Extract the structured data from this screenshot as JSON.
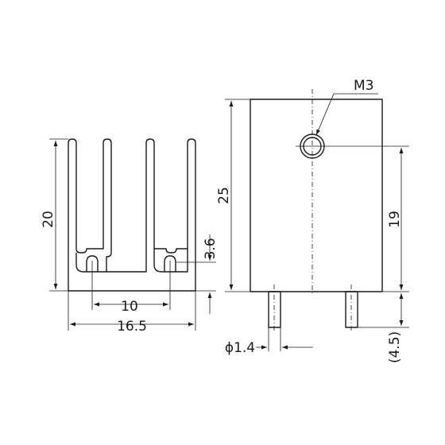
{
  "labels": {
    "thread": "M3",
    "overall_height": "20",
    "body_height": "25",
    "hole_to_base": "19",
    "pin_spacing": "10",
    "overall_width": "16.5",
    "slot_depth": "3.6",
    "pin_length": "(4.5)",
    "pin_diameter": "ϕ1.4"
  }
}
